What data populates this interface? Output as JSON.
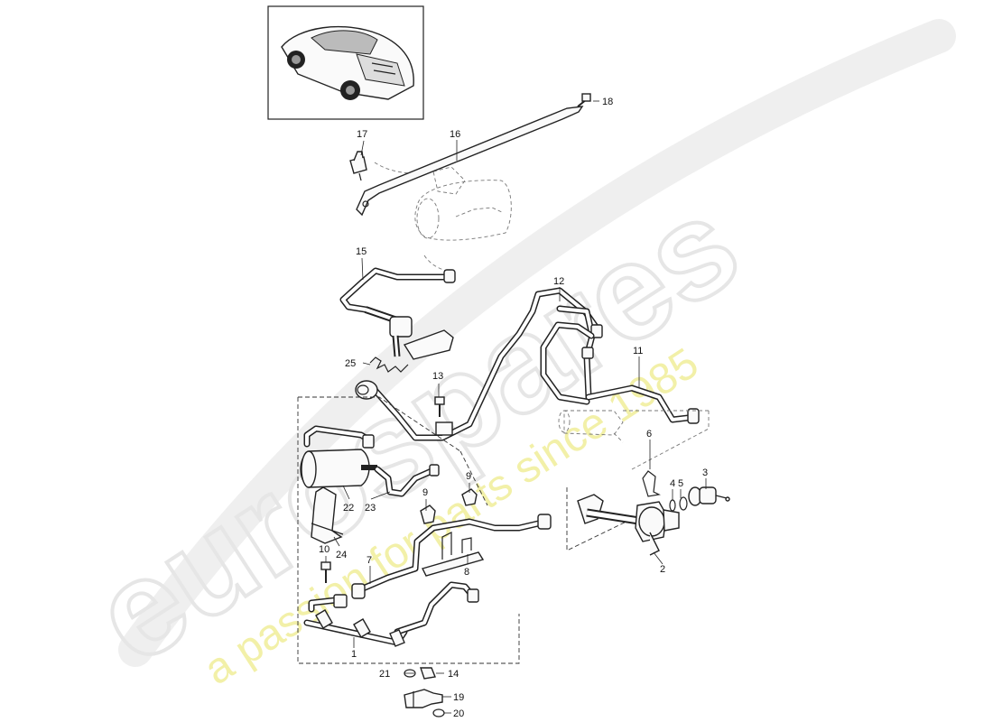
{
  "callouts": {
    "c1": "1",
    "c2": "2",
    "c3": "3",
    "c4": "4",
    "c5": "5",
    "c6": "6",
    "c7": "7",
    "c8": "8",
    "c9a": "9",
    "c9b": "9",
    "c10": "10",
    "c11": "11",
    "c12": "12",
    "c13": "13",
    "c14": "14",
    "c15": "15",
    "c16": "16",
    "c17": "17",
    "c18": "18",
    "c19": "19",
    "c20": "20",
    "c21": "21",
    "c22": "22",
    "c23": "23",
    "c24": "24",
    "c25": "25"
  },
  "watermark": {
    "brand": "eurospares",
    "tagline": "a passion for parts since 1985",
    "brand_color": "#e6e6e6",
    "tagline_color": "#f2f0a8"
  },
  "icons": [
    "car-thumbnail-icon"
  ]
}
